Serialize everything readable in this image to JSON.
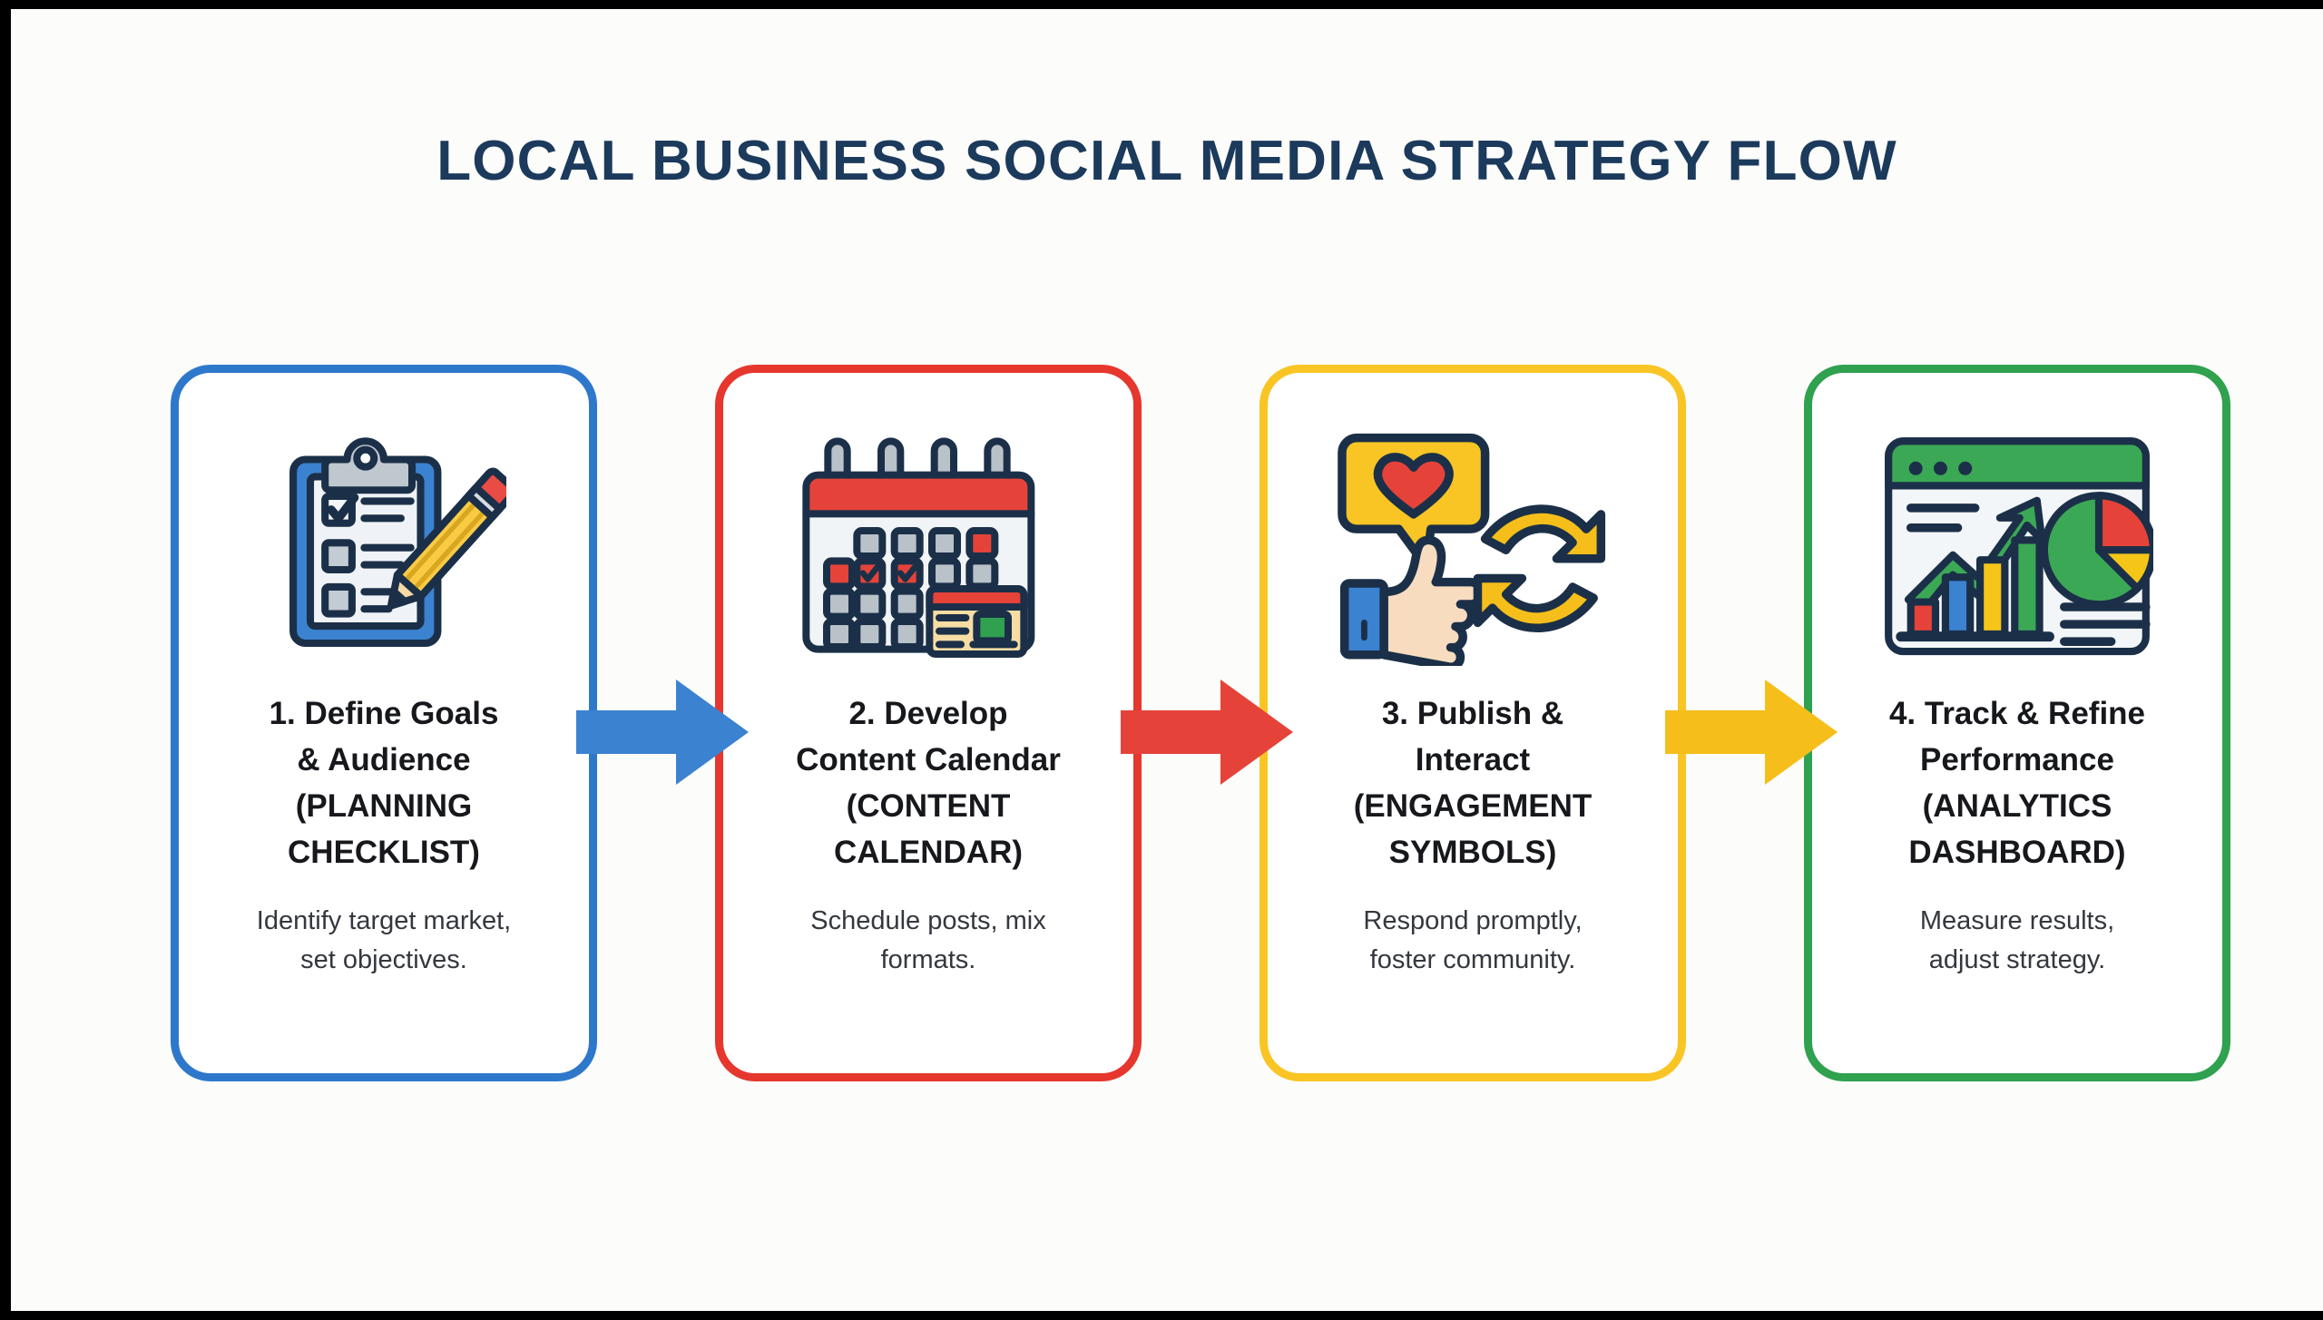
{
  "page": {
    "title": "LOCAL BUSINESS SOCIAL MEDIA STRATEGY FLOW",
    "background_color": "#FCFCFA",
    "title_color": "#1B3A5C",
    "frame_color": "#000000"
  },
  "steps": [
    {
      "id": "step-1",
      "number": "1.",
      "heading": "1. Define Goals\n& Audience\n(PLANNING\nCHECKLIST)",
      "description": "Identify target market,\nset objectives.",
      "accent_color": "#2E78CC",
      "icon": "planning-checklist-clipboard-icon"
    },
    {
      "id": "step-2",
      "number": "2.",
      "heading": "2. Develop\nContent Calendar\n(CONTENT\nCALENDAR)",
      "description": "Schedule posts, mix\nformats.",
      "accent_color": "#E5372E",
      "icon": "content-calendar-icon"
    },
    {
      "id": "step-3",
      "number": "3.",
      "heading": "3. Publish &\nInteract\n(ENGAGEMENT\nSYMBOLS)",
      "description": "Respond promptly,\nfoster community.",
      "accent_color": "#F9C524",
      "icon": "engagement-symbols-icon"
    },
    {
      "id": "step-4",
      "number": "4.",
      "heading": "4. Track & Refine\nPerformance\n(ANALYTICS\nDASHBOARD)",
      "description": "Measure results,\nadjust strategy.",
      "accent_color": "#2FA14F",
      "icon": "analytics-dashboard-icon"
    }
  ],
  "arrows": [
    {
      "id": "arrow-1",
      "from": "step-1",
      "to": "step-2",
      "color": "#3B82D0",
      "direction": "right"
    },
    {
      "id": "arrow-2",
      "from": "step-2",
      "to": "step-3",
      "color": "#E5433A",
      "direction": "right"
    },
    {
      "id": "arrow-3",
      "from": "step-3",
      "to": "step-4",
      "color": "#F5BE1A",
      "direction": "right"
    }
  ]
}
